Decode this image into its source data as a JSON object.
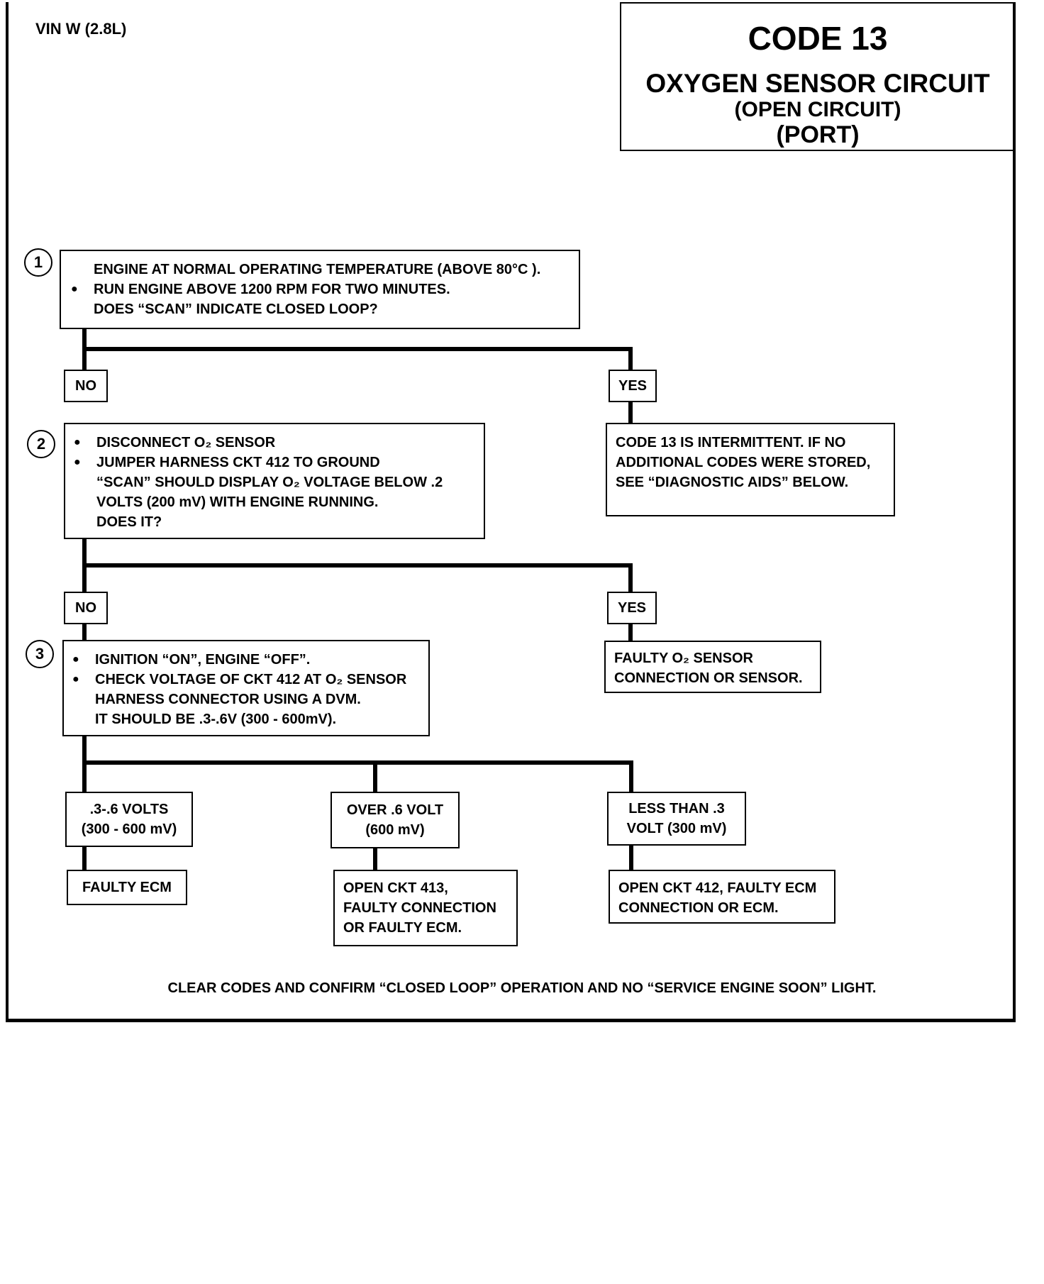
{
  "header": {
    "vin": "VIN W (2.8L)",
    "code": "CODE 13",
    "title": "OXYGEN SENSOR CIRCUIT",
    "subtitle1": "(OPEN CIRCUIT)",
    "subtitle2": "(PORT)"
  },
  "step1": {
    "number": "1",
    "lines": [
      "ENGINE AT NORMAL OPERATING TEMPERATURE (ABOVE 80°C ).",
      "RUN ENGINE ABOVE 1200 RPM FOR TWO MINUTES.",
      "DOES “SCAN” INDICATE CLOSED LOOP?"
    ]
  },
  "step1_no": "NO",
  "step1_yes": "YES",
  "step1_yes_result": [
    "CODE 13 IS INTERMITTENT.  IF NO",
    "ADDITIONAL CODES WERE STORED,",
    "SEE  “DIAGNOSTIC AIDS”  BELOW."
  ],
  "step2": {
    "number": "2",
    "lines": [
      "DISCONNECT O₂ SENSOR",
      "JUMPER HARNESS CKT 412 TO GROUND",
      "“SCAN”  SHOULD DISPLAY O₂ VOLTAGE BELOW .2",
      "VOLTS  (200 mV) WITH ENGINE RUNNING.",
      "DOES IT?"
    ]
  },
  "step2_no": "NO",
  "step2_yes": "YES",
  "step2_yes_result": [
    "FAULTY O₂ SENSOR",
    "CONNECTION OR SENSOR."
  ],
  "step3": {
    "number": "3",
    "lines": [
      "IGNITION “ON”,  ENGINE  “OFF”.",
      "CHECK VOLTAGE OF CKT 412 AT O₂ SENSOR",
      "HARNESS CONNECTOR USING A DVM.",
      "IT SHOULD BE .3-.6V (300 - 600mV)."
    ]
  },
  "branches": [
    {
      "label": [
        ".3-.6 VOLTS",
        "(300 - 600 mV)"
      ],
      "result": [
        "FAULTY ECM"
      ]
    },
    {
      "label": [
        "OVER  .6  VOLT",
        "(600 mV)"
      ],
      "result": [
        "OPEN CKT 413,",
        "FAULTY CONNECTION",
        "OR FAULTY ECM."
      ]
    },
    {
      "label": [
        "LESS THAN .3",
        "VOLT  (300 mV)"
      ],
      "result": [
        "OPEN CKT 412, FAULTY ECM",
        "CONNECTION OR ECM."
      ]
    }
  ],
  "footer": "CLEAR CODES AND CONFIRM “CLOSED LOOP” OPERATION AND NO “SERVICE ENGINE SOON” LIGHT."
}
